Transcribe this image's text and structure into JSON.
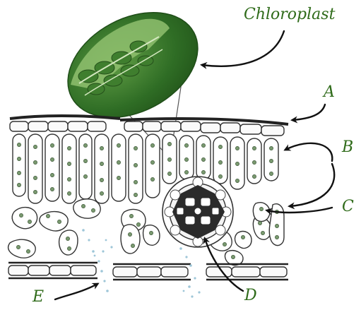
{
  "labels": {
    "chloroplast": "Chloroplast",
    "a": "A",
    "b": "B",
    "c": "C",
    "d": "D",
    "e": "E"
  },
  "colors": {
    "label_green": "#2f6b1a",
    "chloroplast_dark": "#2d6a22",
    "chloroplast_mid": "#4c8c34",
    "chloroplast_light": "#a6cf8a",
    "cell_outline": "#3a3a3a",
    "chloroplast_dot": "#6b8f62",
    "vein_dark": "#2a2a2a",
    "stomata_spray": "#9ec6d8"
  }
}
